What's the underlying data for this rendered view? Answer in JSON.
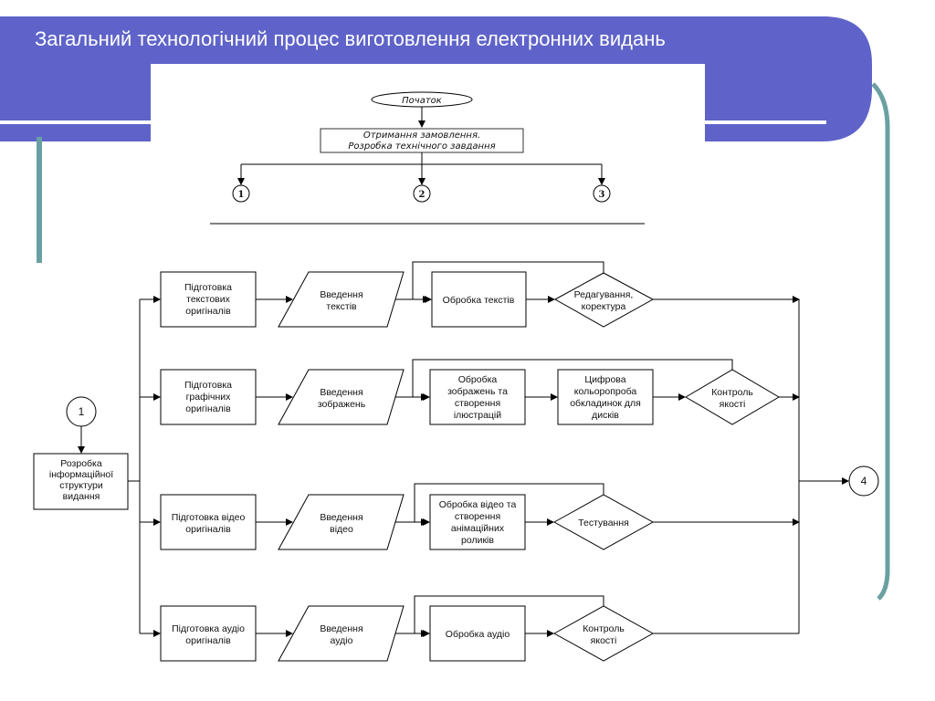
{
  "slide": {
    "title": "Загальний технологічний процес виготовлення електронних видань",
    "colors": {
      "header": "#5f63c9",
      "accent_line": "#6aa0a2",
      "text": "#111111"
    }
  },
  "top_diagram": {
    "start": "Початок",
    "order_lines": [
      "Отримання замовлення.",
      "Розробка технічного завдання"
    ],
    "branches": [
      "1",
      "2",
      "3"
    ]
  },
  "main_diagram": {
    "entry_connector": "1",
    "structure_lines": [
      "Розробка",
      "інформаційної",
      "структури",
      "видання"
    ],
    "exit_connector": "4",
    "rows": [
      {
        "prep_lines": [
          "Підготовка",
          "текстових",
          "оригіналів"
        ],
        "input_lines": [
          "Введення",
          "текстів"
        ],
        "process1_lines": [
          "Обробка текстів"
        ],
        "check_lines": [
          "Редагування,",
          "коректура"
        ]
      },
      {
        "prep_lines": [
          "Підготовка",
          "графічних",
          "оригіналів"
        ],
        "input_lines": [
          "Введення",
          "зображень"
        ],
        "process1_lines": [
          "Обробка",
          "зображень та",
          "створення",
          "ілюстрацій"
        ],
        "process2_lines": [
          "Цифрова",
          "кольоропроба",
          "обкладинок для",
          "дисків"
        ],
        "check_lines": [
          "Контроль",
          "якості"
        ]
      },
      {
        "prep_lines": [
          "Підготовка відео",
          "оригіналів"
        ],
        "input_lines": [
          "Введення",
          "відео"
        ],
        "process1_lines": [
          "Обробка відео та",
          "створення",
          "анімаційних",
          "роликів"
        ],
        "check_lines": [
          "Тестування"
        ]
      },
      {
        "prep_lines": [
          "Підготовка аудіо",
          "оригіналів"
        ],
        "input_lines": [
          "Введення",
          "аудіо"
        ],
        "process1_lines": [
          "Обробка аудіо"
        ],
        "check_lines": [
          "Контроль",
          "якості"
        ]
      }
    ]
  }
}
